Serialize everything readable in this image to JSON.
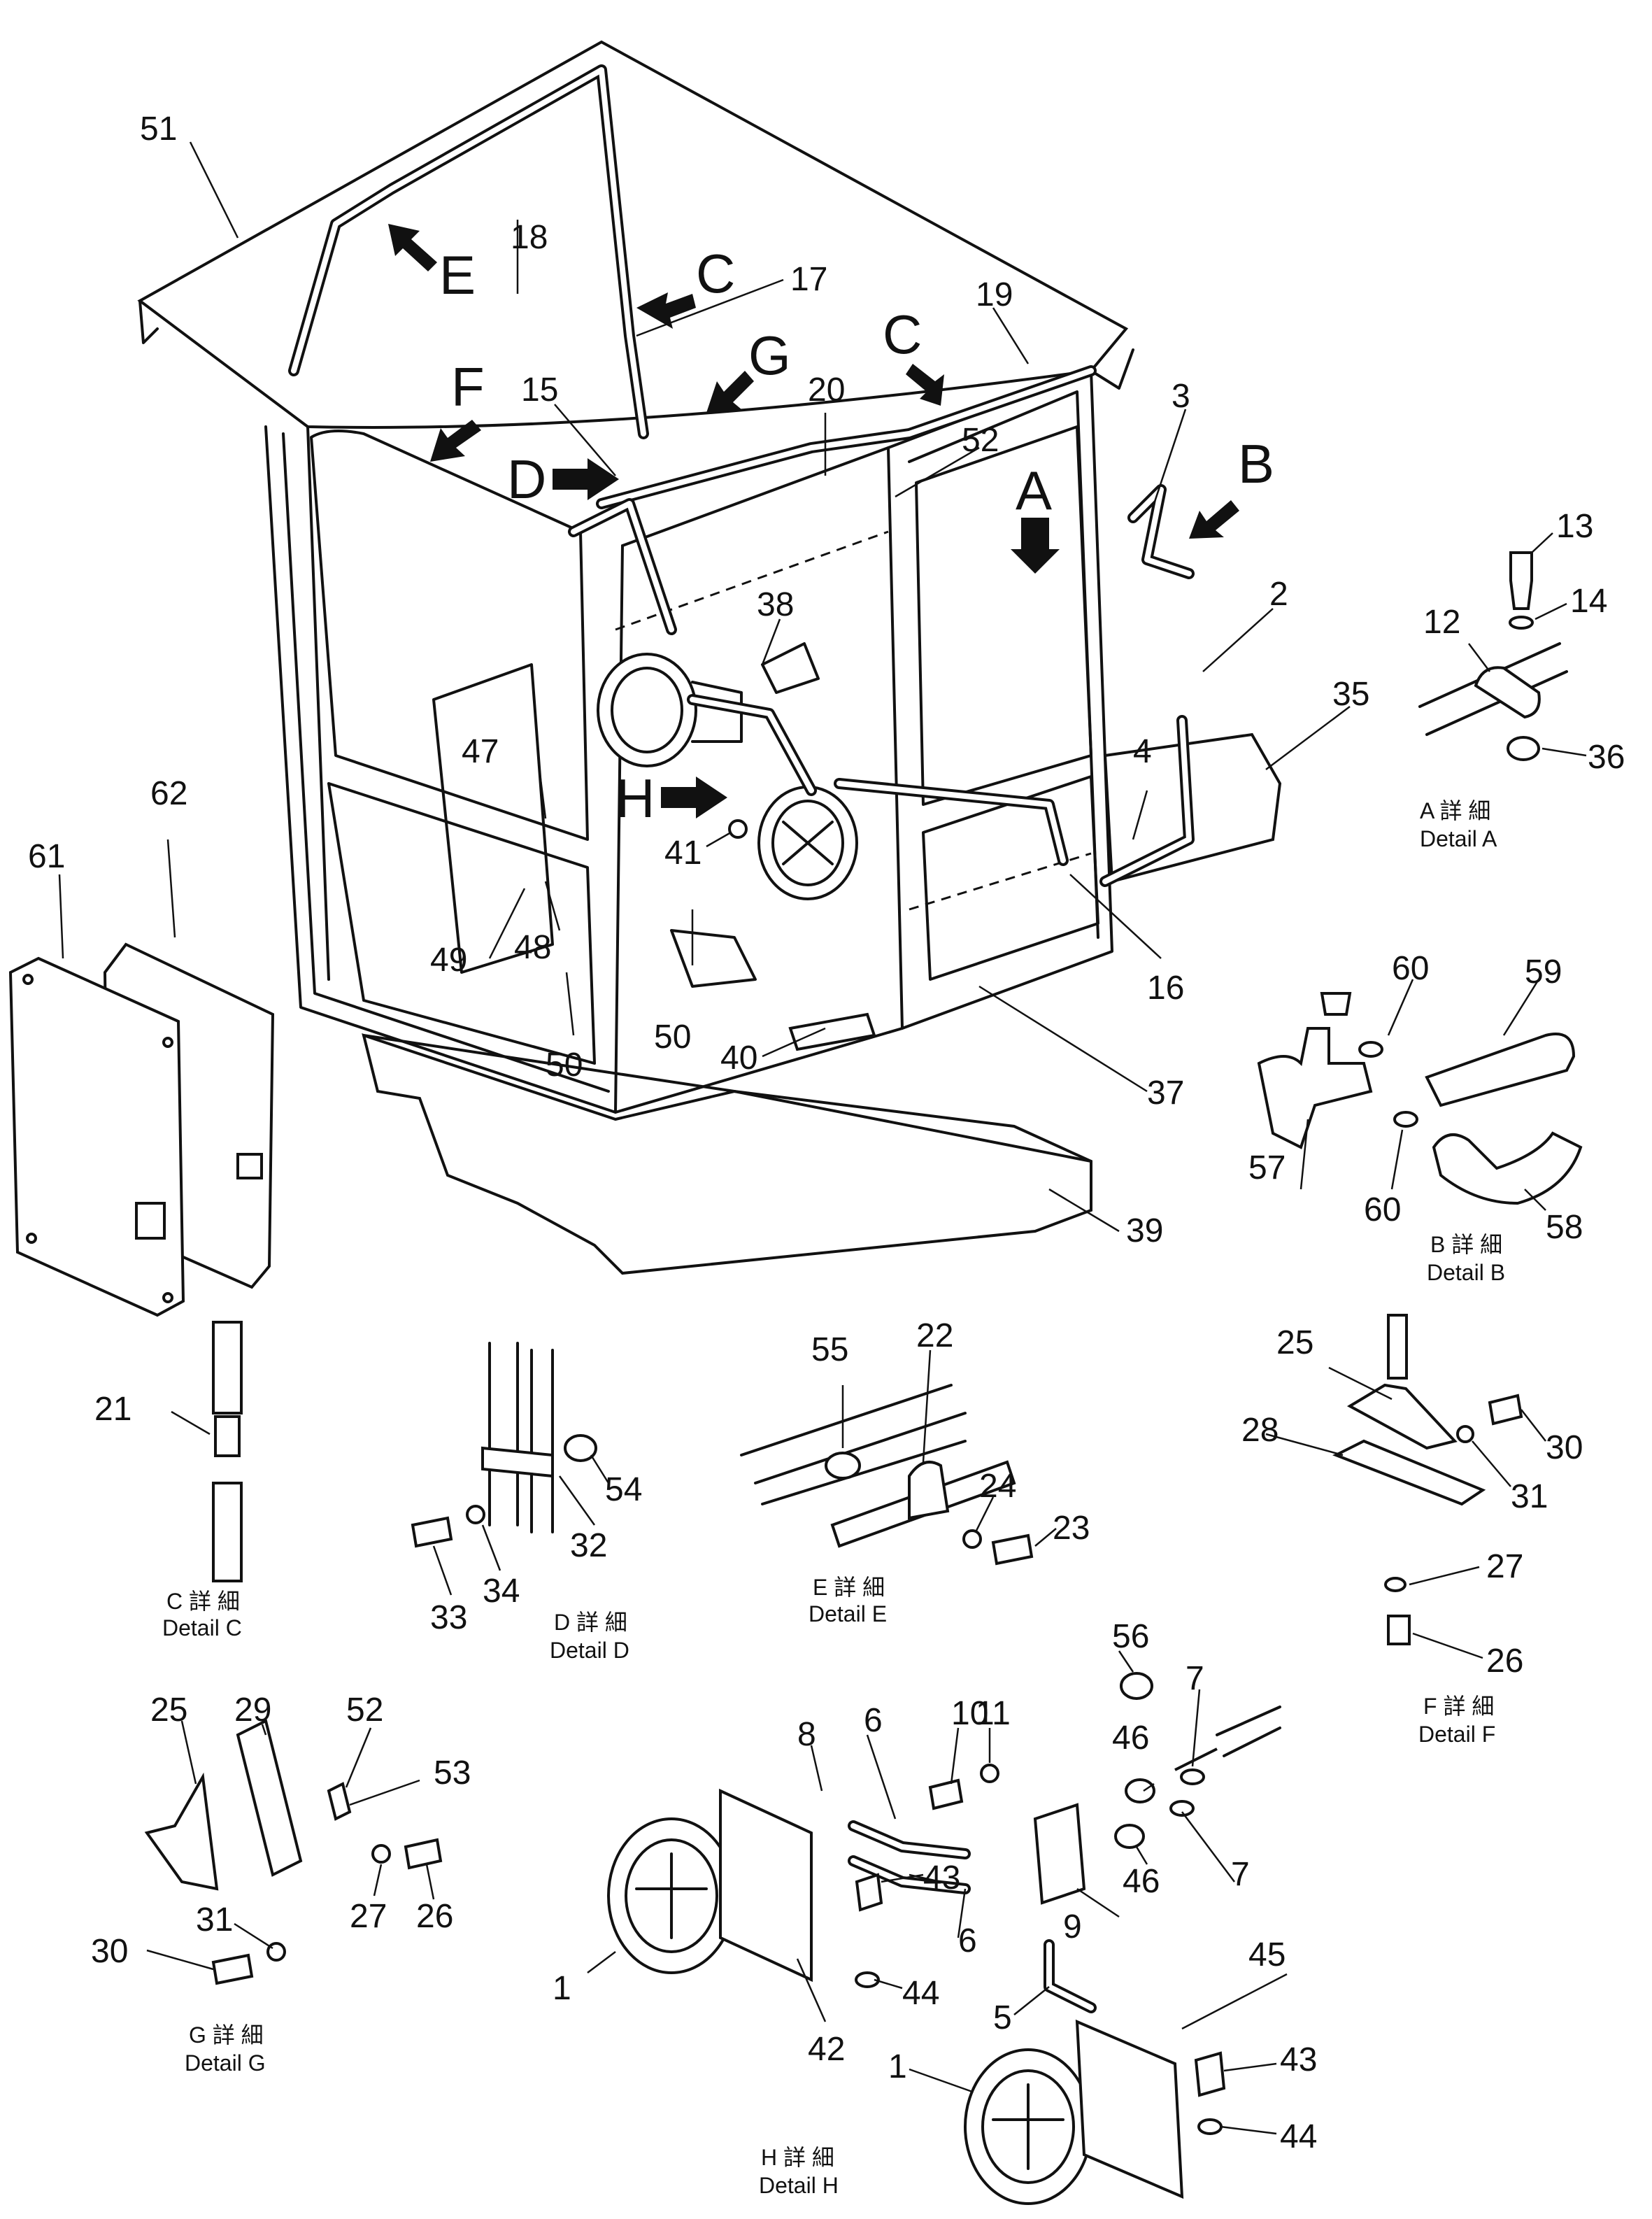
{
  "callouts": {
    "n1a": "1",
    "n1b": "1",
    "n2": "2",
    "n3": "3",
    "n4": "4",
    "n5": "5",
    "n6a": "6",
    "n6b": "6",
    "n7a": "7",
    "n7b": "7",
    "n8": "8",
    "n9": "9",
    "n10": "10",
    "n11": "11",
    "n12": "12",
    "n13": "13",
    "n14": "14",
    "n15": "15",
    "n16": "16",
    "n17": "17",
    "n18": "18",
    "n19": "19",
    "n20": "20",
    "n21": "21",
    "n22": "22",
    "n23": "23",
    "n24": "24",
    "n25a": "25",
    "n25b": "25",
    "n26a": "26",
    "n26b": "26",
    "n27a": "27",
    "n27b": "27",
    "n28": "28",
    "n29": "29",
    "n30a": "30",
    "n30b": "30",
    "n31a": "31",
    "n31b": "31",
    "n32": "32",
    "n33": "33",
    "n34": "34",
    "n35": "35",
    "n36": "36",
    "n37": "37",
    "n38": "38",
    "n39": "39",
    "n40": "40",
    "n41": "41",
    "n42": "42",
    "n43a": "43",
    "n43b": "43",
    "n44a": "44",
    "n44b": "44",
    "n45": "45",
    "n46a": "46",
    "n46b": "46",
    "n47": "47",
    "n48": "48",
    "n49": "49",
    "n50a": "50",
    "n50b": "50",
    "n51": "51",
    "n52a": "52",
    "n52b": "52",
    "n53": "53",
    "n54": "54",
    "n55": "55",
    "n56": "56",
    "n57": "57",
    "n58": "58",
    "n59": "59",
    "n60a": "60",
    "n60b": "60",
    "n61": "61",
    "n62": "62"
  },
  "letters": {
    "A": "A",
    "B": "B",
    "C1": "C",
    "C2": "C",
    "D": "D",
    "E": "E",
    "F": "F",
    "G": "G",
    "H": "H"
  },
  "captions": {
    "A": {
      "jp": "A 詳 細",
      "en": "Detail A"
    },
    "B": {
      "jp": "B 詳 細",
      "en": "Detail B"
    },
    "C": {
      "jp": "C 詳 細",
      "en": "Detail C"
    },
    "D": {
      "jp": "D 詳 細",
      "en": "Detail D"
    },
    "E": {
      "jp": "E 詳 細",
      "en": "Detail E"
    },
    "F": {
      "jp": "F 詳 細",
      "en": "Detail F"
    },
    "G": {
      "jp": "G 詳 細",
      "en": "Detail G"
    },
    "H": {
      "jp": "H 詳 細",
      "en": "Detail H"
    }
  }
}
